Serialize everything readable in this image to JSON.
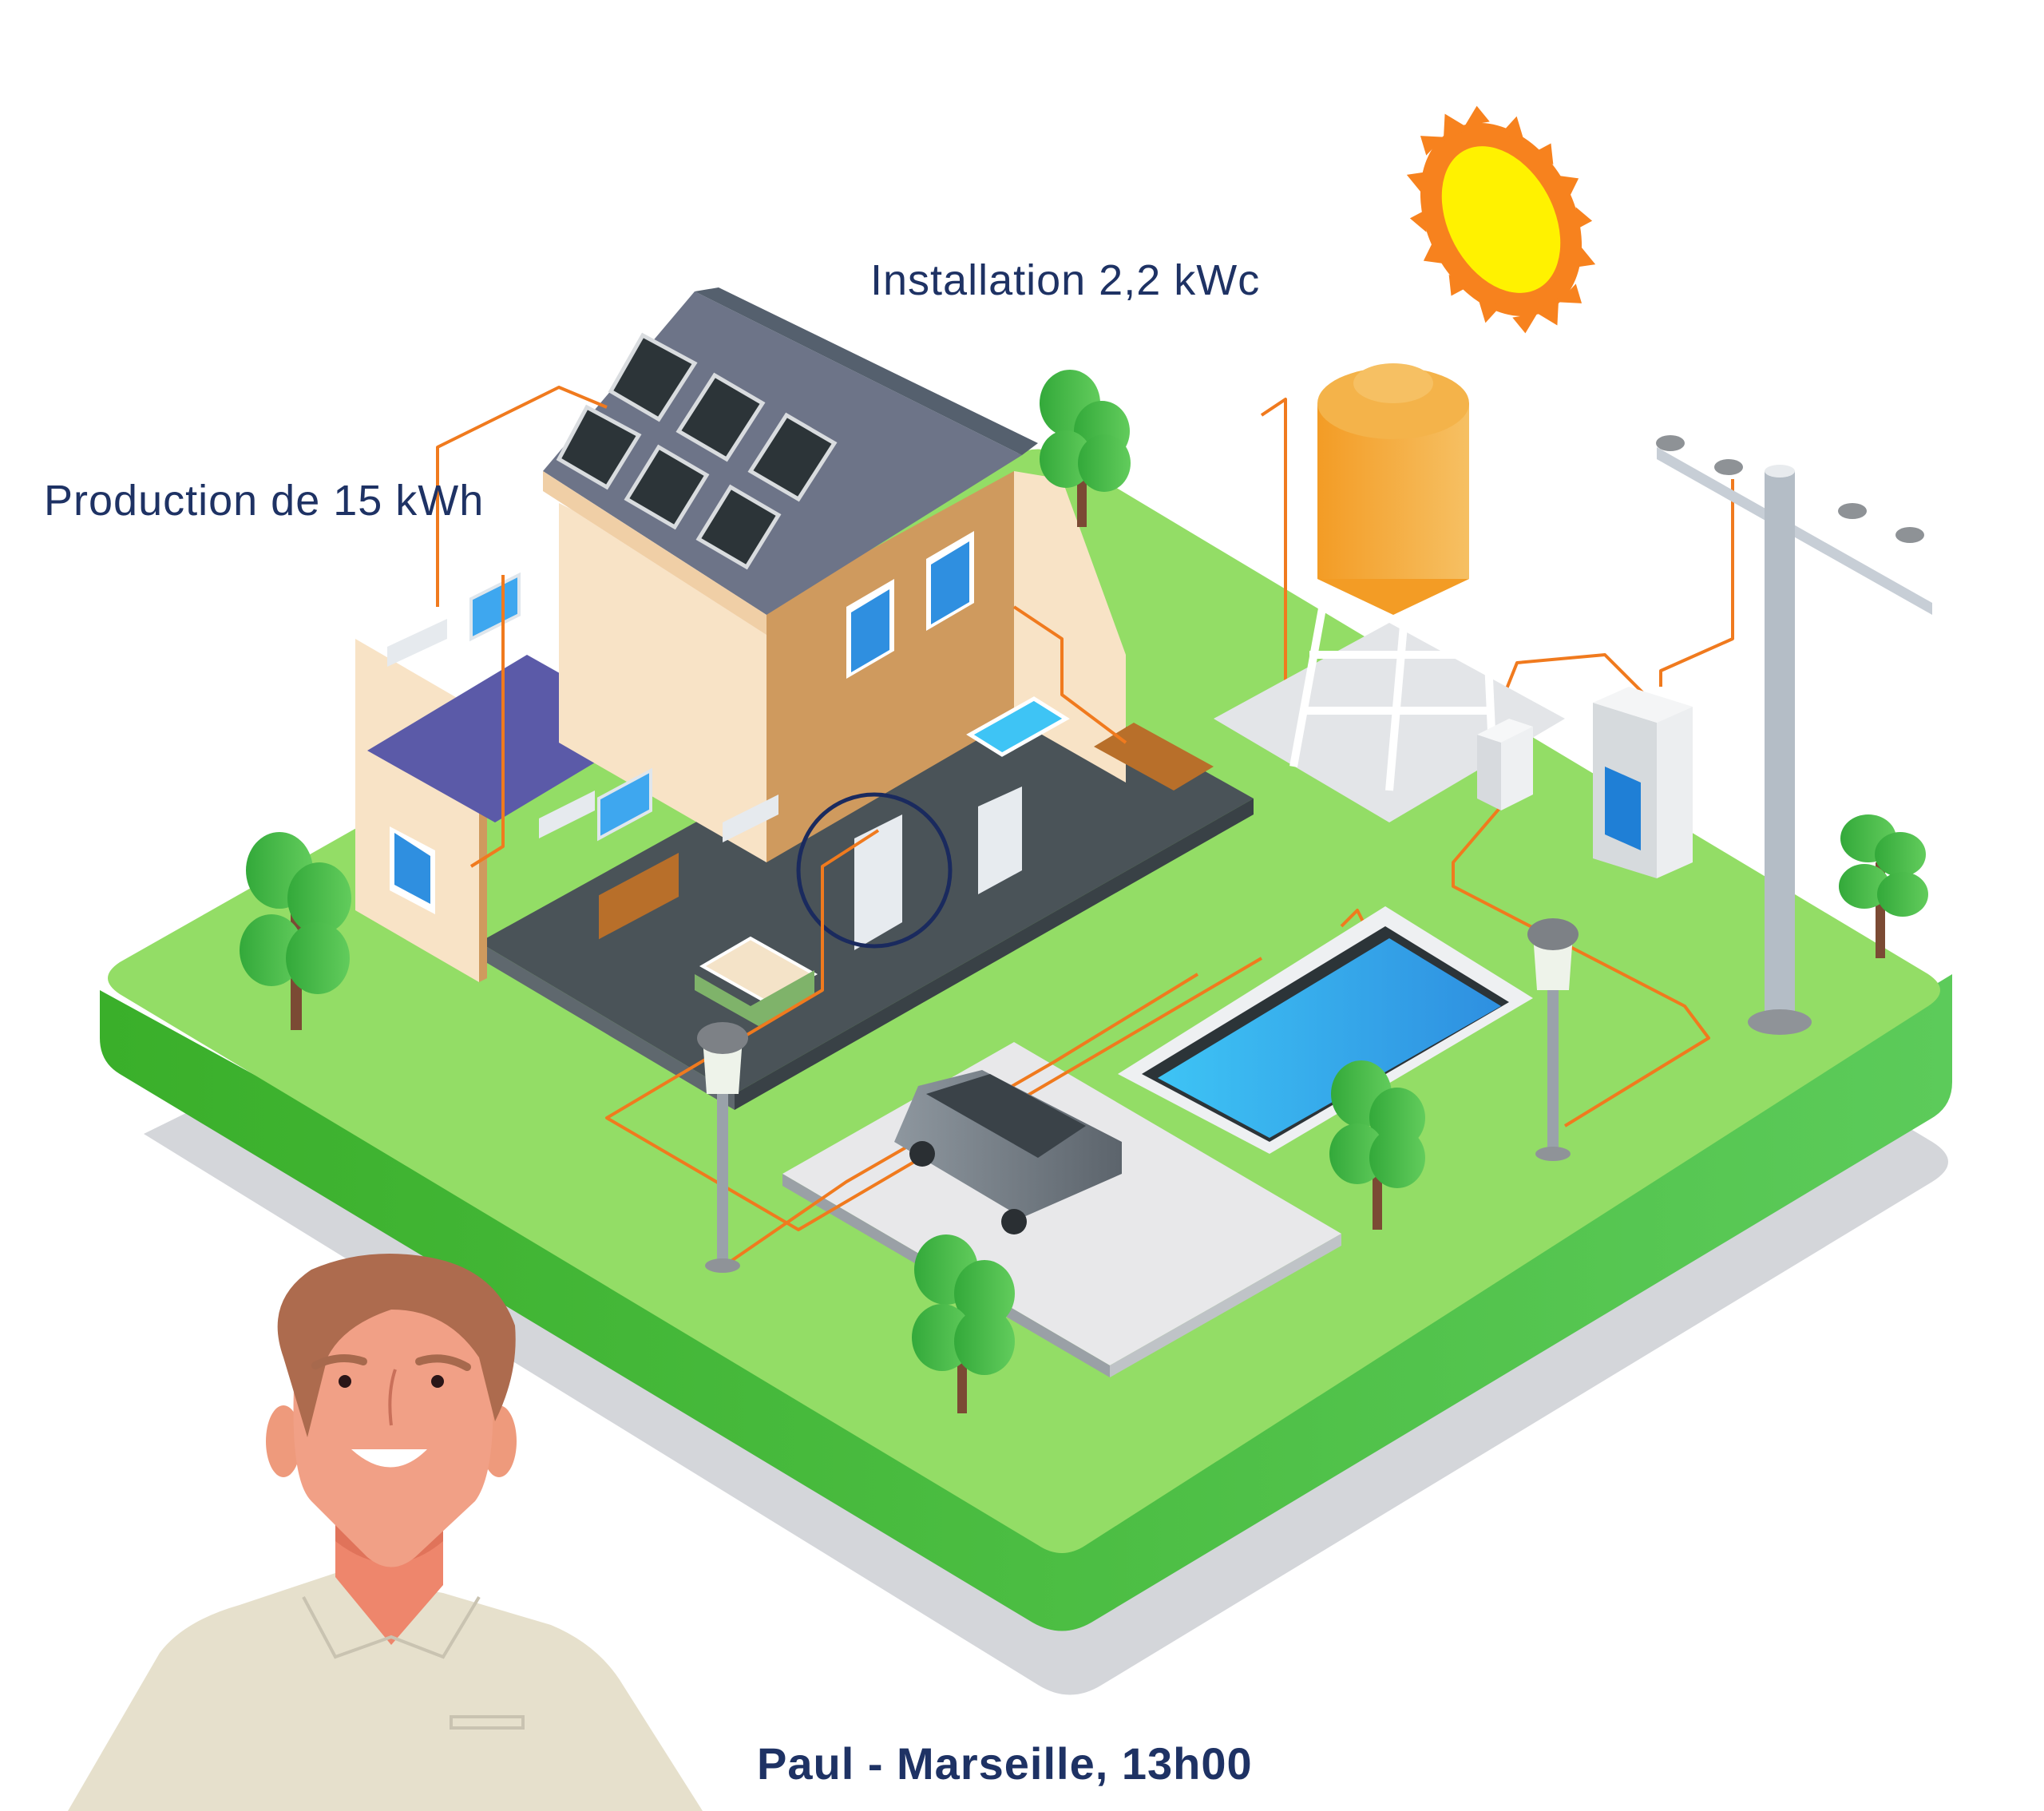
{
  "labels": {
    "installation": "Installation 2,2 kWc",
    "production": "Production de 15 kWh",
    "caption": "Paul - Marseille, 13h00"
  },
  "colors": {
    "text": "#1e3264",
    "wire": "#f07a1e",
    "grass_top": "#93dd66",
    "grass_side": "#3aaf2a",
    "shadow": "#d4d6da",
    "sun_outer": "#f7821e",
    "sun_inner": "#fff200",
    "roof": "#6d7488",
    "wall_light": "#f8e3c6",
    "wall_dark": "#cf9a5e",
    "pool": "#38b6f0",
    "floor": "#4a5358",
    "highlight_circle": "#1a2a5e"
  },
  "scene": {
    "elements": [
      "sun-icon",
      "house-with-solar-panels",
      "water-tower",
      "utility-pole",
      "electric-meter",
      "inverter-box",
      "swimming-pool",
      "electric-car",
      "street-lamp",
      "trees",
      "person-avatar"
    ],
    "solar_panel_count": 6
  }
}
